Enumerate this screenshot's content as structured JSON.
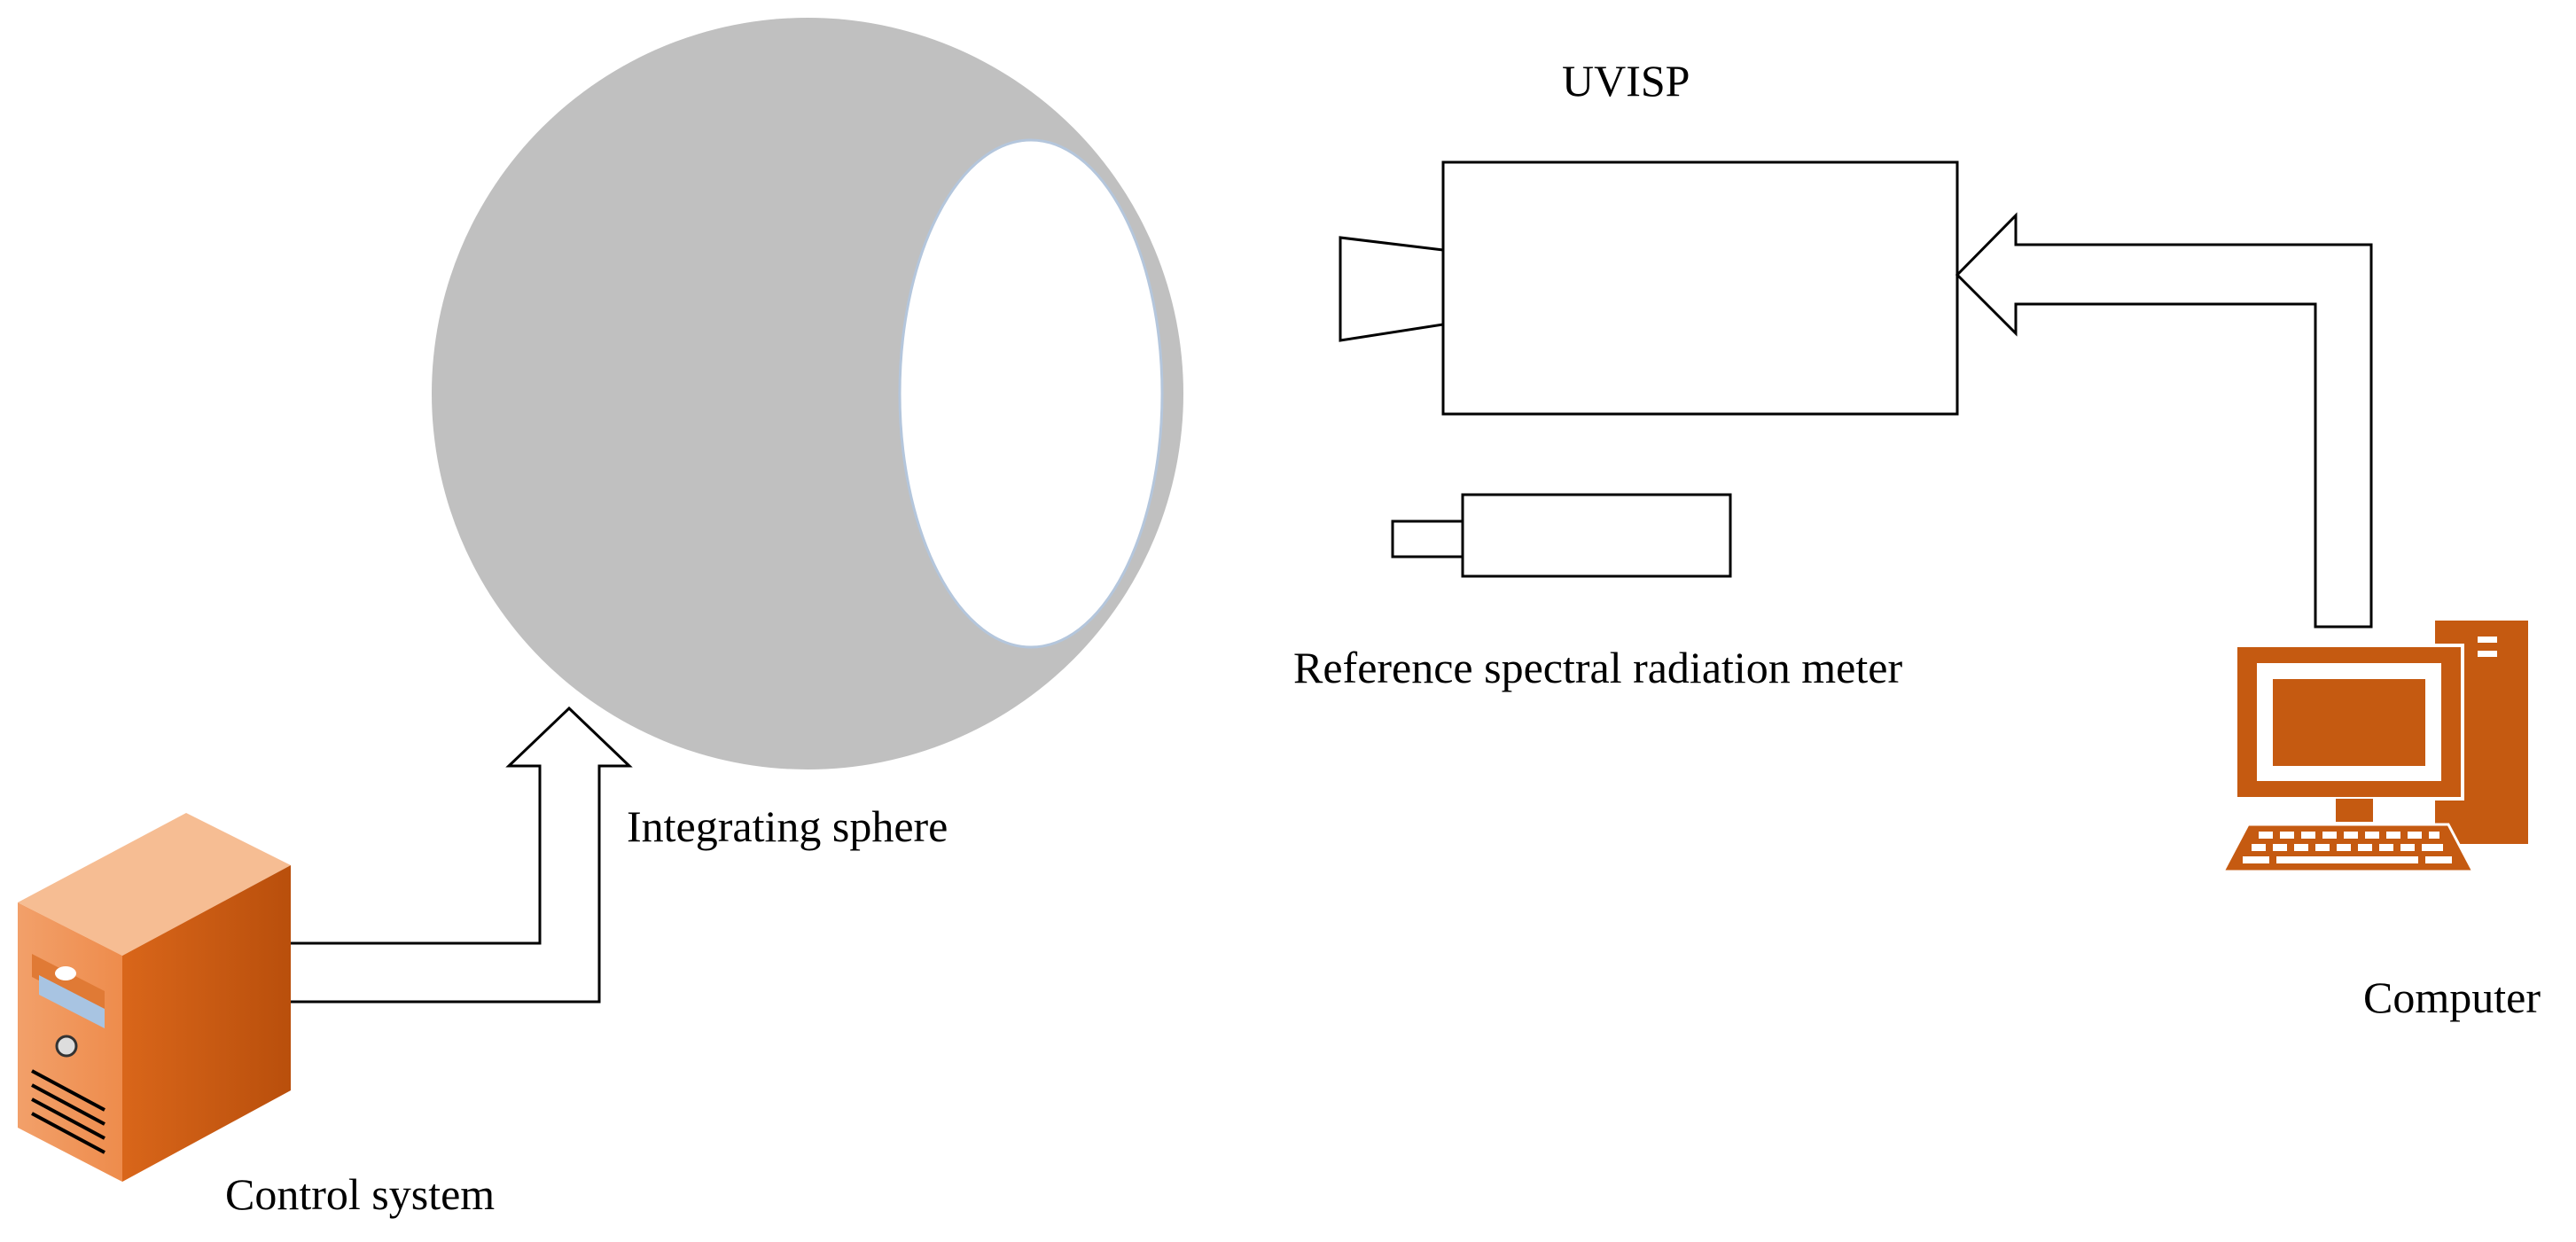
{
  "diagram": {
    "labels": {
      "uvisp": "UVISP",
      "reference_meter": "Reference spectral radiation meter",
      "integrating_sphere": "Integrating sphere",
      "control_system": "Control system",
      "computer": "Computer"
    }
  },
  "colors": {
    "sphere_fill": "#c0c0c0",
    "sphere_opening_edge": "#b4c6dc",
    "device_orange": "#c55a11",
    "device_orange_light": "#f4a46b",
    "outline": "#000000"
  },
  "icons": {
    "control_system": "server-tower-icon",
    "computer": "desktop-computer-icon"
  }
}
